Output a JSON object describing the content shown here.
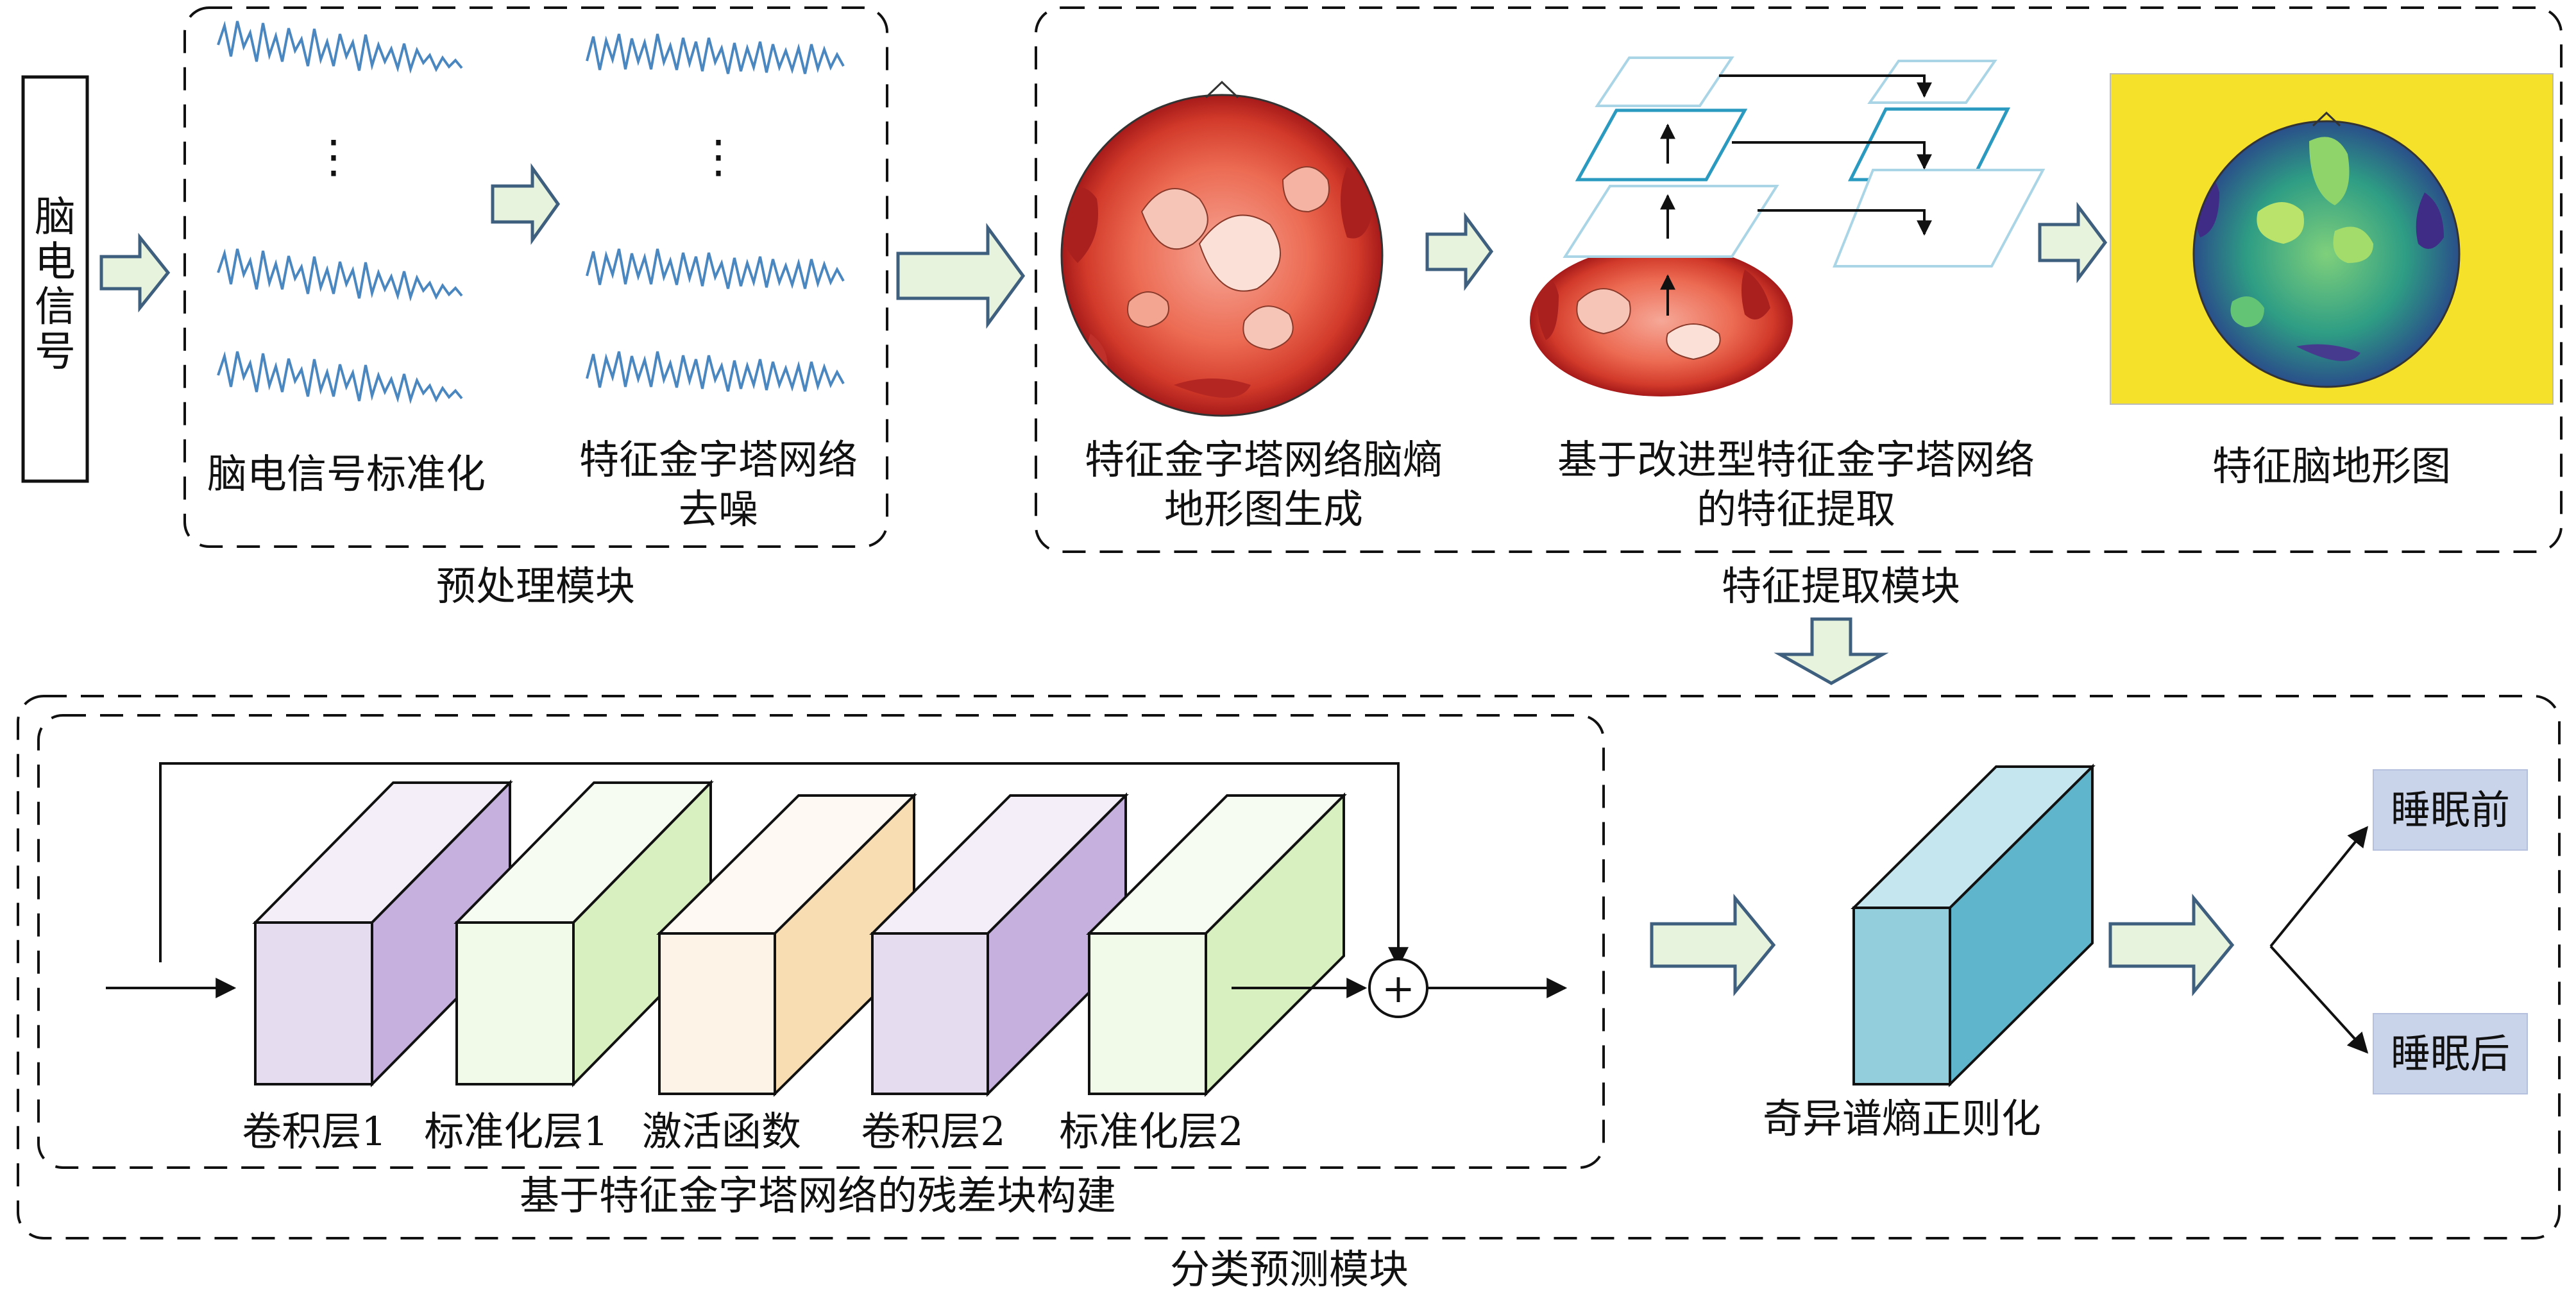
{
  "input": {
    "label_chars": [
      "脑",
      "电",
      "信",
      "号"
    ]
  },
  "preprocess": {
    "module_label": "预处理模块",
    "step1_label": "脑电信号标准化",
    "step2_label_line1": "特征金字塔网络",
    "step2_label_line2": "去噪",
    "ellipsis": "⋮"
  },
  "feature": {
    "module_label": "特征提取模块",
    "step1_line1": "特征金字塔网络脑熵",
    "step1_line2": "地形图生成",
    "step2_line1": "基于改进型特征金字塔网络",
    "step2_line2": "的特征提取",
    "step3_label": "特征脑地形图"
  },
  "classify": {
    "module_label": "分类预测模块",
    "residual_label": "基于特征金字塔网络的残差块构建",
    "layers": [
      "卷积层1",
      "标准化层1",
      "激活函数",
      "卷积层2",
      "标准化层2"
    ],
    "plus": "+",
    "svd_label": "奇异谱熵正则化",
    "out_before": "睡眠前",
    "out_after": "睡眠后"
  },
  "colors": {
    "arrow_fill": "#e8f3de",
    "arrow_stroke": "#3f5f7f",
    "layer_purple_front": "#e6dcef",
    "layer_purple_side": "#c5b0de",
    "layer_green_front": "#f1f9e8",
    "layer_green_side": "#d8efc0",
    "layer_orange_front": "#fdf3e6",
    "layer_orange_side": "#f8dcb2",
    "svd_front": "#93cedd",
    "svd_side": "#5fb5cb",
    "output_box": "#c9d3ea",
    "yellow_bg": "#f5e02a",
    "topo_red": "#e84a36",
    "topo_dark": "#b51e20",
    "topo_teal": "#3aa57a",
    "topo_indigo": "#3d2d86"
  }
}
